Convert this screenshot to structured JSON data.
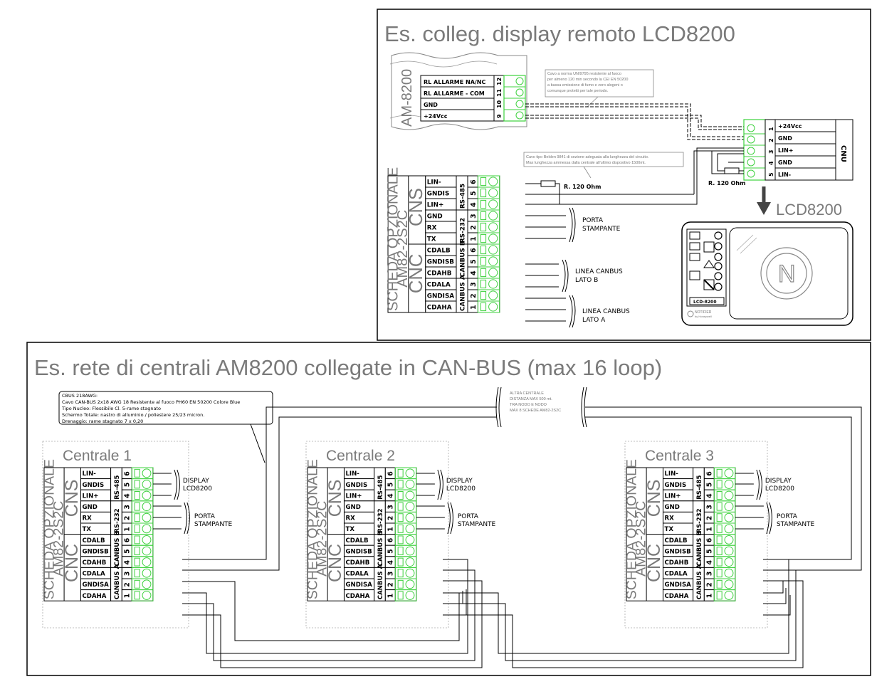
{
  "top_example": {
    "title": "Es. colleg. display remoto LCD8200",
    "am8200_label": "AM-8200",
    "am8200_terminals": [
      "RL ALLARME NA/NC",
      "RL ALLARME - COM",
      "GND",
      "+24Vcc"
    ],
    "am8200_numbers": [
      "12",
      "11",
      "10",
      "9"
    ],
    "note_fire_cable": [
      "Cavo a norma UNI9795 resistente al fuoco",
      "per almeno 120 min secondo la CEI EN 50200",
      "a bassa emissione di fumo e zero alogeni o",
      "comunque protetti per tale periodo."
    ],
    "note_belden": [
      "Cavo tipo Belden 9841 di sezione adeguata alla lunghezza del circuito.",
      "Max lunghezza ammessa dalla centrale all'ultimo dispositivo 1500mt."
    ],
    "cnu_label": "CNU",
    "cnu_terminals": [
      "+24Vcc",
      "GND",
      "LIN+",
      "GND",
      "LIN-"
    ],
    "cnu_numbers": [
      "1",
      "2",
      "3",
      "4",
      "5"
    ],
    "resistor_label_1": "R. 120 Ohm",
    "resistor_label_2": "R. 120 Ohm",
    "lcd_label": "LCD8200",
    "lcd_device_label": "LCD-8200",
    "lcd_brand": "NOTIFIER",
    "lcd_brand_sub": "by Honeywell",
    "printer_label": [
      "PORTA",
      "STAMPANTE"
    ],
    "canbus_b_label": [
      "LINEA CANBUS",
      "LATO B"
    ],
    "canbus_a_label": [
      "LINEA CANBUS",
      "LATO A"
    ]
  },
  "board": {
    "title": [
      "SCHEDA OPZIONALE",
      "AM82-2S2C"
    ],
    "cns": "CNS",
    "cnc": "CNC",
    "cns_terminals": [
      "LIN-",
      "GNDIS",
      "LIN+",
      "GND",
      "RX",
      "TX"
    ],
    "cnc_terminals": [
      "CDALB",
      "GNDISB",
      "CDAHB",
      "CDALA",
      "GNDISA",
      "CDAHA"
    ],
    "group_rs485": "RS-485",
    "group_rs232": "RS-232",
    "group_canbus_b": "CANBUS B",
    "group_canbus_a": "CANBUS A",
    "numbers": [
      "6",
      "5",
      "4",
      "3",
      "2",
      "1"
    ],
    "display_label": [
      "DISPLAY",
      "LCD8200"
    ],
    "printer_label": [
      "PORTA",
      "STAMPANTE"
    ]
  },
  "bottom_example": {
    "title": "Es. rete di centrali AM8200 collegate in CAN-BUS (max 16 loop)",
    "cable_note": [
      "CBUS 218AWG:",
      "Cavo CAN-BUS 2x18 AWG 18 Resistente al fuoco PH60 EN 50200 Colore Blue",
      "Tipo Nucleo: Flessibile Cl. 5-rame stagnato",
      "Schermo Totale: nastro di alluminio / poliestere 25/23 micron.",
      "Drenaggio: rame stagnato 7 x 0,20"
    ],
    "other_panel_note": [
      "ALTRA CENTRALE",
      "DISTANZA MAX 500 mt.",
      "TRA NODO E NODO",
      "MAX 8 SCHEDE AM82-2S2C"
    ],
    "panels": [
      "Centrale 1",
      "Centrale 2",
      "Centrale 3"
    ]
  },
  "colors": {
    "terminal_green": "#3cd13c",
    "title_grey": "#7a7a7a",
    "line": "#000000"
  }
}
